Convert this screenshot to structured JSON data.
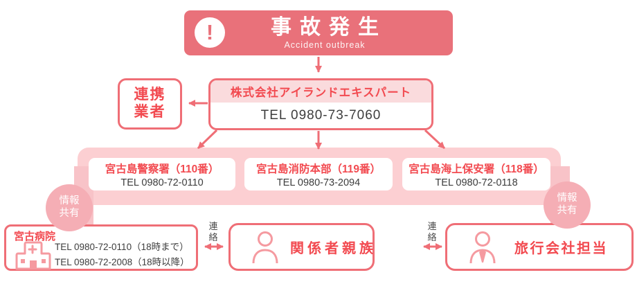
{
  "colors": {
    "accent": "#ef6e76",
    "red_text": "#f24a50",
    "banner_bg": "#e9717a",
    "band": "#fccfd2",
    "strip": "#f8c3c8",
    "circle": "#f5aeb5",
    "header_bg": "#fadbdd",
    "dark_text": "#3d3d3d",
    "icon_pink": "#f59aa0",
    "contact_text": "#4d4d4d"
  },
  "banner": {
    "icon_glyph": "!",
    "title": "事故発生",
    "subtitle": "Accident outbreak"
  },
  "partner": {
    "line1": "連携",
    "line2": "業者"
  },
  "company": {
    "name": "株式会社アイランドエキスパート",
    "tel": "TEL 0980-73-7060"
  },
  "agencies": [
    {
      "name": "宮古島警察署（110番）",
      "tel": "TEL 0980-72-0110"
    },
    {
      "name": "宮古島消防本部（119番）",
      "tel": "TEL 0980-73-2094"
    },
    {
      "name": "宮古島海上保安署（118番）",
      "tel": "TEL 0980-72-0118"
    }
  ],
  "info_share": {
    "line1": "情報",
    "line2": "共有"
  },
  "hospital": {
    "name": "宮古病院",
    "tel1": "TEL 0980-72-0110（18時まで）",
    "tel2": "TEL 0980-72-2008（18時以降）"
  },
  "relatives": {
    "label": "関係者親族"
  },
  "travel": {
    "label": "旅行会社担当"
  },
  "contact": {
    "line1": "連",
    "line2": "絡"
  }
}
